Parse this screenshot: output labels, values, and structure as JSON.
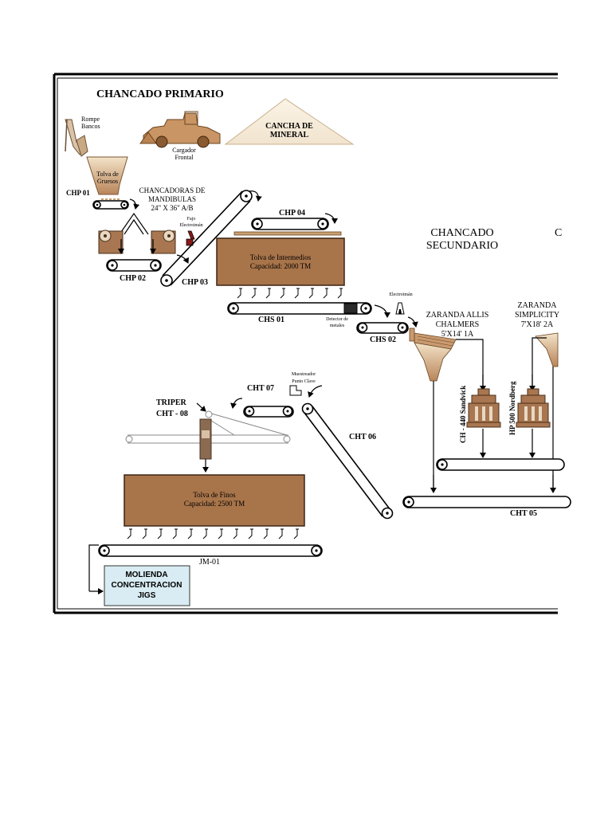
{
  "sections": {
    "primario": "CHANCADO PRIMARIO",
    "secundario_1": "CHANCADO",
    "secundario_2": "SECUNDARIO",
    "cut_letter": "C"
  },
  "equipment": {
    "rompe_1": "Rompe",
    "rompe_2": "Bancos",
    "cargador_1": "Cargador",
    "cargador_2": "Frontal",
    "cancha_1": "CANCHA DE",
    "cancha_2": "MINERAL",
    "tolva_gruesos_1": "Tolva de",
    "tolva_gruesos_2": "Gruesos",
    "chancadoras_1": "CHANCADORAS DE",
    "chancadoras_2": "MANDIBULAS",
    "chancadoras_3": "24\" X 36\" A/B",
    "fajo_1": "Fajo",
    "fajo_2": "Electroimán",
    "tolva_int_1": "Tolva de Intermedios",
    "tolva_int_2": "Capacidad: 2000 TM",
    "electroiman": "Electroimán",
    "detector_1": "Detector de",
    "detector_2": "metales",
    "zaranda_allis_1": "ZARANDA ALLIS",
    "zaranda_allis_2": "CHALMERS",
    "zaranda_allis_3": "5'X14' 1A",
    "zaranda_simp_1": "ZARANDA",
    "zaranda_simp_2": "SIMPLICITY",
    "zaranda_simp_3": "7'X18' 2A",
    "sandvick": "CH - 440  Sandvick",
    "nordberg": "HP 500 Nordberg",
    "muestreador_1": "Muestreador",
    "muestreador_2": "Punto Clave",
    "triper_1": "TRIPER",
    "triper_2": "CHT - 08",
    "tolva_finos_1": "Tolva de Finos",
    "tolva_finos_2": "Capacidad: 2500 TM",
    "molienda_1": "MOLIENDA",
    "molienda_2": "CONCENTRACION",
    "molienda_3": "JIGS"
  },
  "conveyors": {
    "chp01": "CHP 01",
    "chp02": "CHP 02",
    "chp03": "CHP  03",
    "chp04": "CHP 04",
    "chs01": "CHS 01",
    "chs02": "CHS 02",
    "cht05": "CHT 05",
    "cht06": "CHT 06",
    "cht07": "CHT 07",
    "jm01": "JM-01"
  },
  "colors": {
    "bin_fill": "#a8744a",
    "machine_fill": "#a87650",
    "molienda_box": "#d9ecf3",
    "frame": "#000000"
  }
}
